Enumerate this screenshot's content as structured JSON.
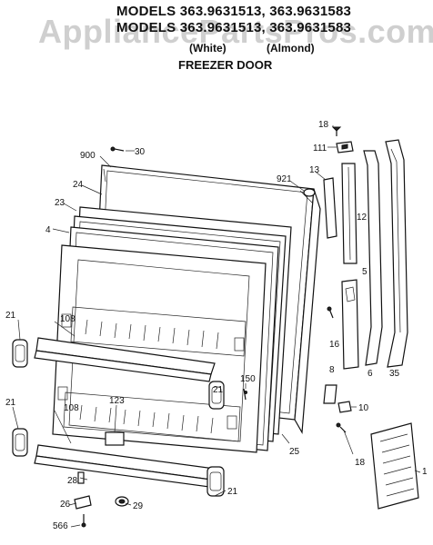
{
  "header": {
    "watermark": "AppliancePartsPros.com",
    "line1": "MODELS 363.9631513, 363.9631583",
    "line2": "MODELS 363.9631513, 363.9631583",
    "color_white": "(White)",
    "color_almond": "(Almond)",
    "diagram_title": "FREEZER DOOR"
  },
  "part_labels": {
    "p18_top": "18",
    "p111": "111",
    "p30": "30",
    "p900": "900",
    "p921": "921",
    "p13": "13",
    "p24": "24",
    "p12": "12",
    "p23": "23",
    "p4": "4",
    "p5": "5",
    "p16": "16",
    "p21_a": "21",
    "p108_a": "108",
    "p8": "8",
    "p150": "150",
    "p123": "123",
    "p21_b": "21",
    "p21_c": "21",
    "p6": "6",
    "p35": "35",
    "p108_b": "108",
    "p25": "25",
    "p10": "10",
    "p18_bot": "18",
    "p1": "1",
    "p28": "28",
    "p26": "26",
    "p29": "29",
    "p21_d": "21",
    "p566": "566"
  },
  "colors": {
    "ink": "#111111",
    "watermark": "#cfcfcf",
    "background": "#ffffff"
  }
}
